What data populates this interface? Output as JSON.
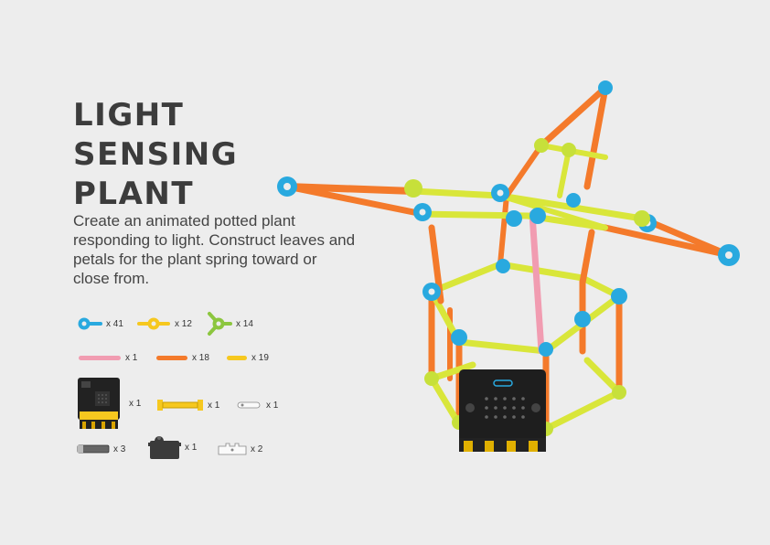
{
  "title_lines": [
    "LIGHT SENSING",
    "PLANT"
  ],
  "description": "Create an animated potted plant responding to light. Construct leaves and petals for the plant spring toward or close from.",
  "colors": {
    "blue": "#29a9df",
    "yellow": "#f6c81f",
    "green": "#8cc63f",
    "pink": "#f19cb1",
    "orange": "#f47a2b",
    "dark": "#222222",
    "gray": "#666666",
    "background": "#ededed"
  },
  "parts": [
    {
      "icon": "blue-connector-icon",
      "qty": "x 41"
    },
    {
      "icon": "yellow-connector-icon",
      "qty": "x 12"
    },
    {
      "icon": "green-three-way-connector-icon",
      "qty": "x 14"
    },
    {
      "icon": "pink-straw-icon",
      "qty": "x 1"
    },
    {
      "icon": "orange-straw-icon",
      "qty": "x 18"
    },
    {
      "icon": "yellow-straw-icon",
      "qty": "x 19"
    },
    {
      "icon": "microbit-board-icon",
      "qty": "x 1"
    },
    {
      "icon": "yellow-battery-holder-icon",
      "qty": "x 1"
    },
    {
      "icon": "white-servo-arm-icon",
      "qty": "x 1"
    },
    {
      "icon": "battery-icon",
      "qty": "x 3"
    },
    {
      "icon": "servo-motor-icon",
      "qty": "x 1"
    },
    {
      "icon": "servo-bracket-icon",
      "qty": "x 2"
    }
  ]
}
